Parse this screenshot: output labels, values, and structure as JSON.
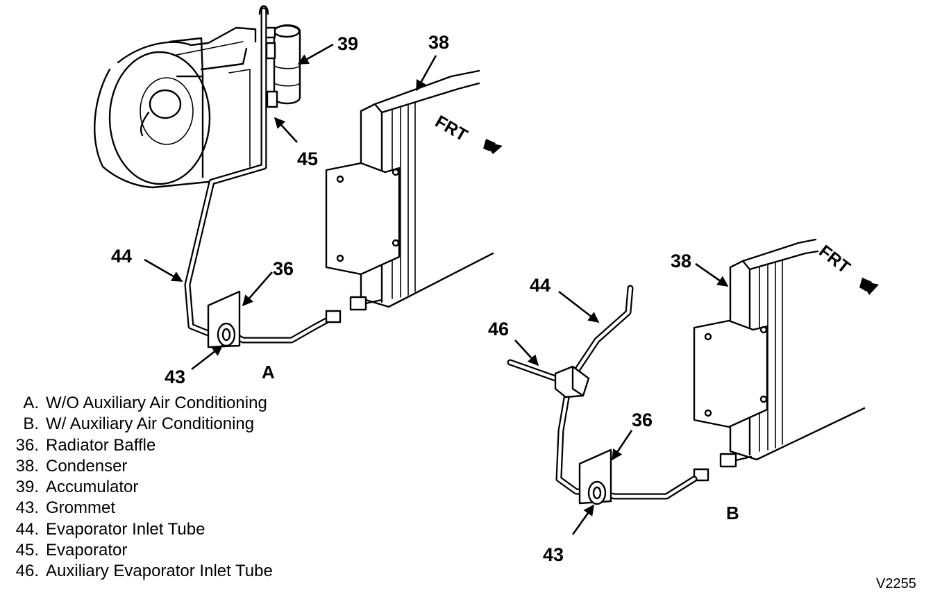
{
  "figure": {
    "ref_code": "V2255",
    "view_a_label": "A",
    "view_b_label": "B",
    "front_label": "FRT"
  },
  "callouts": {
    "a_39": "39",
    "a_38": "38",
    "a_45": "45",
    "a_44": "44",
    "a_36": "36",
    "a_43": "43",
    "b_38": "38",
    "b_44": "44",
    "b_46": "46",
    "b_36": "36",
    "b_43": "43"
  },
  "legend": [
    {
      "key": "A.",
      "text": "W/O Auxiliary Air Conditioning"
    },
    {
      "key": "B.",
      "text": "W/ Auxiliary Air Conditioning"
    },
    {
      "key": "36.",
      "text": "Radiator Baffle"
    },
    {
      "key": "38.",
      "text": "Condenser"
    },
    {
      "key": "39.",
      "text": "Accumulator"
    },
    {
      "key": "43.",
      "text": "Grommet"
    },
    {
      "key": "44.",
      "text": "Evaporator Inlet Tube"
    },
    {
      "key": "45.",
      "text": "Evaporator"
    },
    {
      "key": "46.",
      "text": "Auxiliary Evaporator Inlet Tube"
    }
  ]
}
